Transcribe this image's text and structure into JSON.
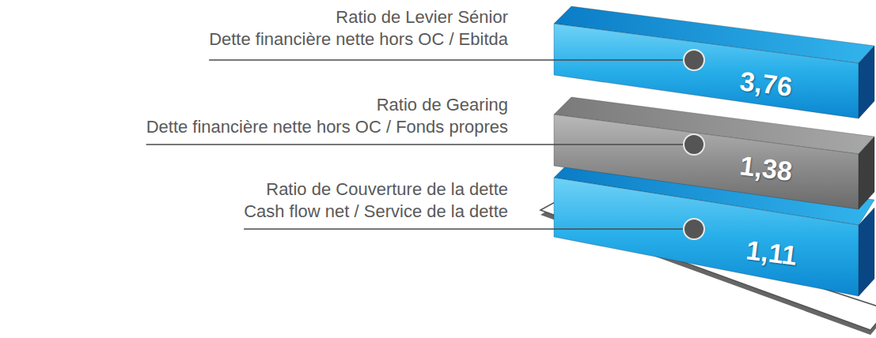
{
  "diagram": {
    "nodes": [
      {
        "text": [
          "3,76"
        ]
      },
      {
        "text": [
          "1,38"
        ]
      },
      {
        "text": [
          "1,11"
        ]
      }
    ],
    "labels": [
      "Ratio de Levier Sénior",
      "Dette financière nette hors OC / Ebitda",
      "Ratio de Gearing",
      "Dette financière nette hors OC / Fonds propres",
      "Ratio de Couverture de la dette",
      "Cash flow net / Service de la dette"
    ]
  }
}
